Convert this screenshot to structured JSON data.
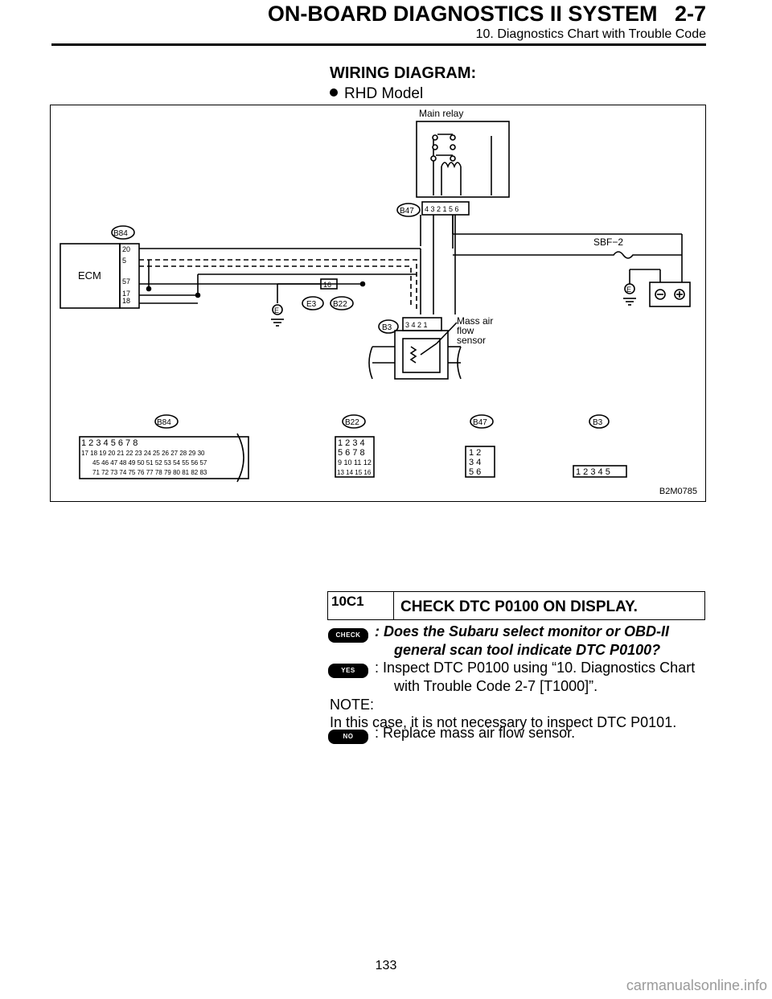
{
  "header": {
    "title": "ON-BOARD DIAGNOSTICS II SYSTEM",
    "section": "2-7",
    "subtitle": "10. Diagnostics Chart with Trouble Code"
  },
  "wiring": {
    "heading": "WIRING DIAGRAM:",
    "model": "RHD Model",
    "figure_id": "B2M0785",
    "labels": {
      "main_relay": "Main relay",
      "ecm": "ECM",
      "b84": "B84",
      "b47": "B47",
      "b3": "B3",
      "b22": "B22",
      "e3": "E3",
      "e": "E",
      "sbf": "SBF−2",
      "maf_1": "Mass air",
      "maf_2": "flow",
      "maf_3": "sensor",
      "ecm_pin_20": "20",
      "ecm_pin_5": "5",
      "ecm_pin_57": "57",
      "ecm_pin_17": "17",
      "ecm_pin_18": "18",
      "b22_pin": "16",
      "relay_pins": "4 3 2 1 5 6",
      "b3_pins": "3 4 2 1"
    },
    "connectors": {
      "b84_row1": "1 2 3 4 5 6 7 8",
      "b84_row2": "17 18 19 20 21 22 23 24 25 26 27 28 29 30",
      "b84_row3": "45 46 47 48 49 50 51 52 53 54 55 56 57",
      "b84_row4": "71 72 73 74 75 76 77 78 79 80 81 82 83",
      "b22_row1": "1 2 3 4",
      "b22_row2": "5 6 7 8",
      "b22_row3": "9 10 11 12",
      "b22_row4": "13 14 15 16",
      "b47_row1": "1 2",
      "b47_row2": "3 4",
      "b47_row3": "5 6",
      "b3_row1": "1 2 3 4 5"
    }
  },
  "step": {
    "number": "10C1",
    "title": "CHECK DTC P0100 ON DISPLAY.",
    "check_badge": "CHECK",
    "question_line1": ": Does the Subaru select monitor or OBD-II",
    "question_line2": "general scan tool indicate DTC P0100?",
    "yes_badge": "YES",
    "yes_line1": ": Inspect DTC P0100 using “10. Diagnostics Chart",
    "yes_line2": "with Trouble Code 2-7 [T1000]”.",
    "note_label": "NOTE:",
    "note_text": "In this case, it is not necessary to inspect DTC P0101.",
    "no_badge": "NO",
    "no_text": ": Replace mass air flow sensor."
  },
  "footer": {
    "page_number": "133",
    "watermark": "carmanualsonline.info"
  }
}
